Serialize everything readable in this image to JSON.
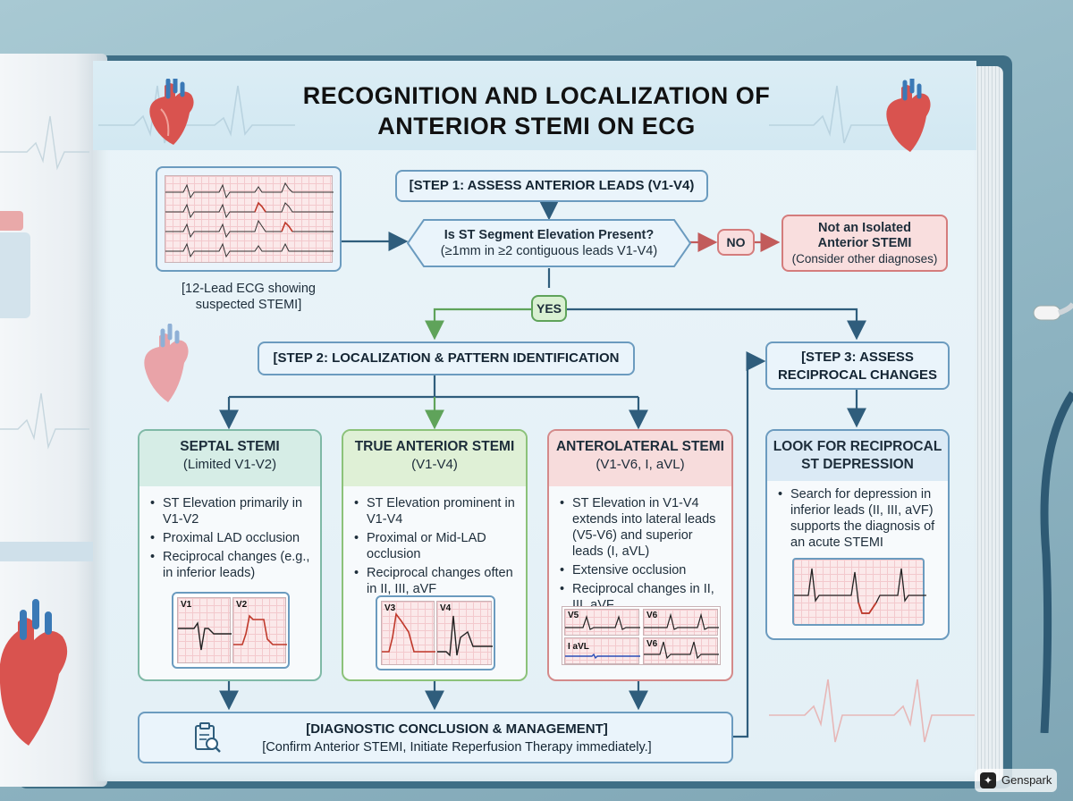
{
  "title": {
    "line1": "RECOGNITION AND LOCALIZATION OF",
    "line2": "ANTERIOR STEMI ON ECG"
  },
  "ecg_caption": {
    "line1": "[12-Lead ECG showing",
    "line2": "suspected STEMI]"
  },
  "step1": {
    "title": "[STEP 1: ASSESS ANTERIOR LEADS (V1-V4)",
    "question": "Is ST Segment Elevation Present?",
    "criteria": "(≥1mm in ≥2 contiguous leads V1-V4)"
  },
  "no_branch": {
    "label": "NO",
    "result_title_line1": "Not an Isolated",
    "result_title_line2": "Anterior STEMI",
    "result_note": "(Consider other diagnoses)"
  },
  "yes_branch": {
    "label": "YES"
  },
  "step2": {
    "title": "[STEP 2: LOCALIZATION & PATTERN IDENTIFICATION"
  },
  "step3": {
    "title_line1": "[STEP 3: ASSESS",
    "title_line2": "RECIPROCAL CHANGES"
  },
  "septal": {
    "title": "SEPTAL STEMI",
    "subtitle": "(Limited V1-V2)",
    "bullets": [
      "ST Elevation primarily in V1-V2",
      "Proximal LAD occlusion",
      "Reciprocal changes (e.g., in inferior leads)"
    ],
    "lead_a": "V1",
    "lead_b": "V2"
  },
  "true_anterior": {
    "title": "TRUE ANTERIOR STEMI",
    "subtitle": "(V1-V4)",
    "bullets": [
      "ST Elevation prominent in V1-V4",
      "Proximal or Mid-LAD occlusion",
      "Reciprocal changes often in II, III, aVF"
    ],
    "lead_a": "V3",
    "lead_b": "V4"
  },
  "anterolateral": {
    "title": "ANTEROLATERAL STEMI",
    "subtitle": "(V1-V6, I, aVL)",
    "bullets": [
      "ST Elevation in V1-V4 extends into lateral leads (V5-V6) and superior leads (I, aVL)",
      "Extensive occlusion",
      "Reciprocal changes in II, III, aVF"
    ],
    "lead_a": "V5",
    "lead_b": "V6",
    "lead_c": "I aVL",
    "lead_d": "V6"
  },
  "reciprocal": {
    "title_line1": "LOOK FOR RECIPROCAL",
    "title_line2": "ST DEPRESSION",
    "bullets": [
      "Search for depression in inferior leads (II, III, aVF) supports the diagnosis of an acute STEMI"
    ]
  },
  "conclusion": {
    "title": "[DIAGNOSTIC CONCLUSION & MANAGEMENT]",
    "text": "[Confirm Anterior STEMI, Initiate Reperfusion Therapy immediately.]"
  },
  "brand": {
    "label": "Genspark"
  },
  "colors": {
    "septal_head": "#d6ede6",
    "septal_border": "#7fb9a6",
    "true_head": "#dff0d6",
    "true_border": "#8cc27a",
    "antero_head": "#f7dcdc",
    "antero_border": "#d48a8a",
    "recip_head": "#dbeaf5",
    "recip_border": "#6b9bbf",
    "no_fill": "#f9dede",
    "no_border": "#d47c7c",
    "yes_fill": "#d9f0d2",
    "yes_border": "#5fa35a"
  }
}
